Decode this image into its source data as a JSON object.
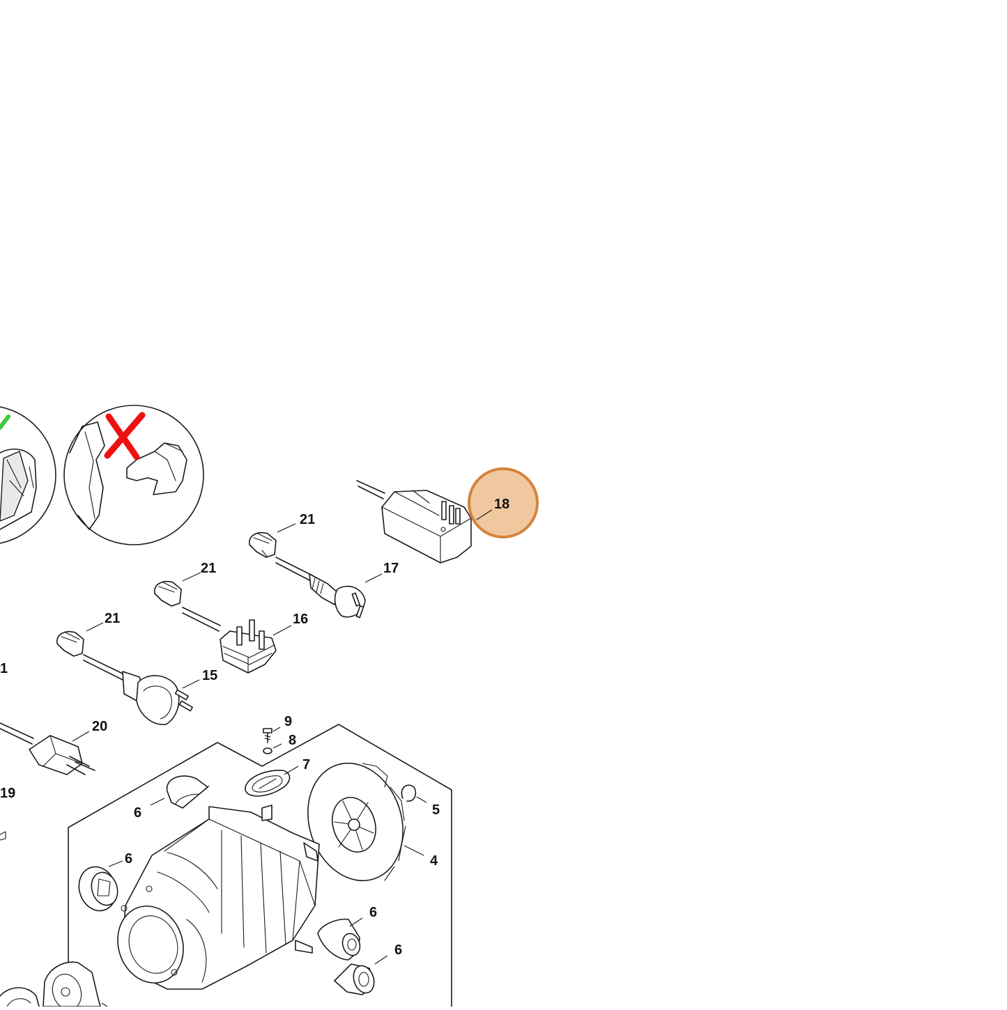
{
  "colors": {
    "highlight_fill": "#f0c8a0",
    "highlight_stroke": "#d4823c",
    "check_mark": "#3cc83c",
    "cross_mark": "#ee1111",
    "line": "#1a1a1a"
  },
  "highlighted": {
    "label": "18"
  },
  "callouts": [
    {
      "id": "c21a",
      "label": "21"
    },
    {
      "id": "c17",
      "label": "17"
    },
    {
      "id": "c21b",
      "label": "21"
    },
    {
      "id": "c16",
      "label": "16"
    },
    {
      "id": "c21c",
      "label": "21"
    },
    {
      "id": "c15",
      "label": "15"
    },
    {
      "id": "c1",
      "label": "1"
    },
    {
      "id": "c20",
      "label": "20"
    },
    {
      "id": "c19",
      "label": "19"
    },
    {
      "id": "c9",
      "label": "9"
    },
    {
      "id": "c8",
      "label": "8"
    },
    {
      "id": "c7",
      "label": "7"
    },
    {
      "id": "c5",
      "label": "5"
    },
    {
      "id": "c4",
      "label": "4"
    },
    {
      "id": "c6a",
      "label": "6"
    },
    {
      "id": "c6b",
      "label": "6"
    },
    {
      "id": "c6c",
      "label": "6"
    },
    {
      "id": "c6d",
      "label": "6"
    }
  ],
  "icons": {
    "correct": "check-mark-icon",
    "incorrect": "cross-mark-icon"
  }
}
